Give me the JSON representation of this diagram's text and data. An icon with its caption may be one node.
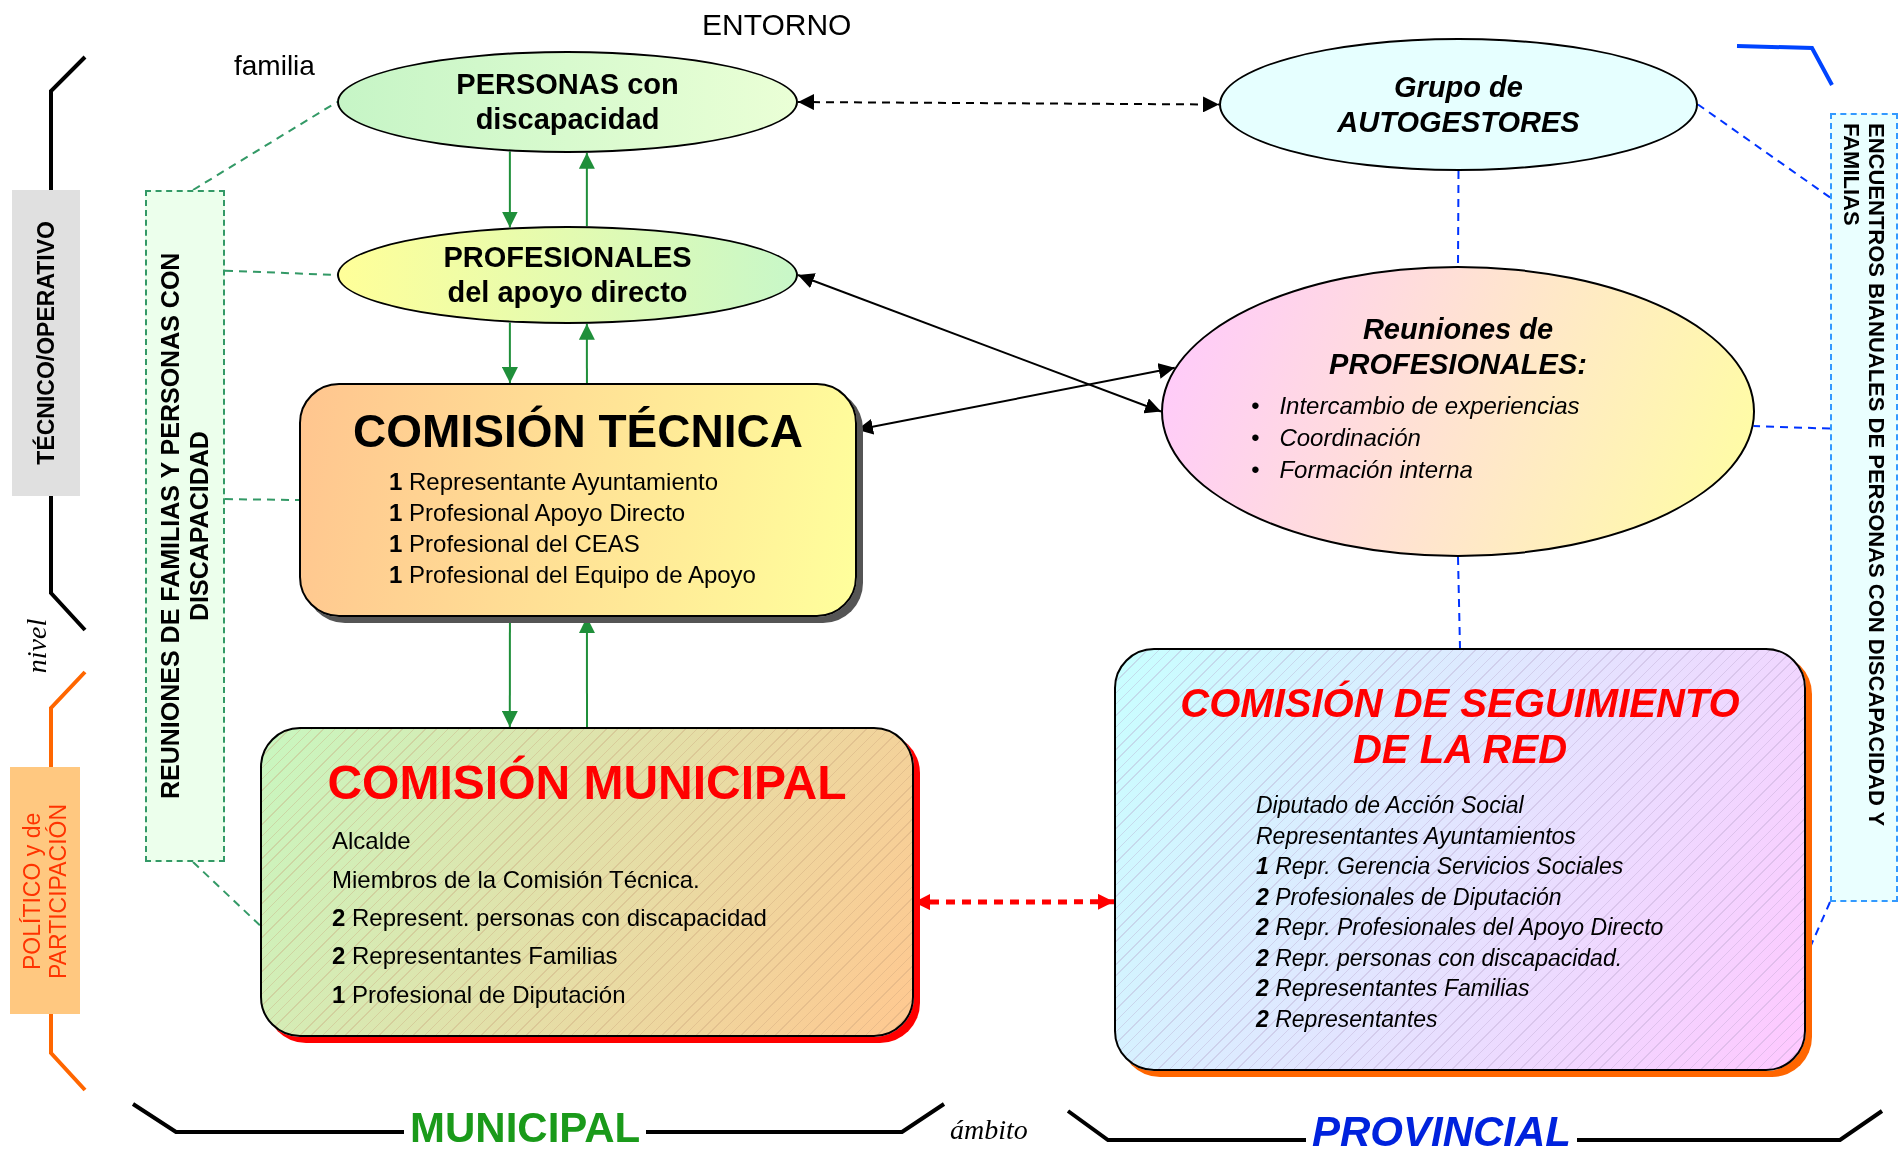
{
  "diagram": {
    "nodes": [
      {
        "text": [
          "PERSONAS con discapacidad"
        ]
      },
      {
        "text": [
          "PROFESIONALES del apoyo directo"
        ]
      },
      {
        "text": [
          "COMISIÓN TÉCNICA",
          "**1** Representante Ayuntamiento",
          "**1** Profesional Apoyo Directo",
          "**1** Profesional del CEAS",
          "**1** Profesional del Equipo de Apoyo"
        ]
      },
      {
        "text": [
          "COMISIÓN MUNICIPAL",
          "Alcalde",
          "Miembros de la Comisión Técnica.",
          "**2** Represent. personas con discapacidad",
          "**2** Representantes Familias",
          "**1** Profesional de Diputación"
        ]
      },
      {
        "text": [
          "Grupo de AUTOGESTORES"
        ]
      },
      {
        "text": [
          "Reuniones de PROFESIONALES:",
          "•   Intercambio de experiencias",
          "•   Coordinación",
          "•   Formación interna"
        ]
      },
      {
        "text": [
          "COMISIÓN DE SEGUIMIENTO DE LA RED",
          "Diputado de Acción Social",
          "Representantes Ayuntamientos",
          "**1** Repr. Gerencia Servicios Sociales",
          "**2** Profesionales de Diputación",
          "**2** Repr. Profesionales del Apoyo Directo",
          "**2** Repr. personas con discapacidad.",
          "**2** Representantes Familias",
          "**2** Representantes"
        ]
      },
      {
        "text": [
          "REUNIONES DE FAMILIAS Y PERSONAS CON DISCAPACIDAD"
        ]
      },
      {
        "text": [
          "ENCUENTROS BIANUALES DE PERSONAS CON DISCAPACIDAD Y FAMILIAS"
        ]
      },
      {
        "text": [
          "TÉCNICO/OPERATIVO"
        ]
      },
      {
        "text": [
          "POLÍTICO y de PARTICIPACIÓN"
        ]
      }
    ],
    "edges": [
      {
        "from": 0,
        "to": 1,
        "arrow": "to"
      },
      {
        "from": 1,
        "to": 0,
        "arrow": "to"
      },
      {
        "from": 1,
        "to": 2,
        "arrow": "to"
      },
      {
        "from": 2,
        "to": 1,
        "arrow": "to"
      },
      {
        "from": 2,
        "to": 3,
        "arrow": "to"
      },
      {
        "from": 3,
        "to": 2,
        "arrow": "to"
      },
      {
        "from": 0,
        "to": 4,
        "arrow": "both",
        "style": "dashed",
        "color": "#000000"
      },
      {
        "from": 1,
        "to": 5,
        "arrow": "both",
        "color": "#000000"
      },
      {
        "from": 2,
        "to": 5,
        "arrow": "both",
        "color": "#000000"
      },
      {
        "from": 3,
        "to": 6,
        "arrow": "both",
        "style": "dashed",
        "color": "#ff0000"
      },
      {
        "from": 4,
        "to": 5,
        "arrow": "none",
        "style": "dashed",
        "color": "#0033ff"
      },
      {
        "from": 5,
        "to": 6,
        "arrow": "none",
        "style": "dashed",
        "color": "#0033ff"
      },
      {
        "from": 8,
        "to": 4,
        "arrow": "none",
        "style": "dashed",
        "color": "#0033ff"
      },
      {
        "from": 8,
        "to": 5,
        "arrow": "none",
        "style": "dashed",
        "color": "#0033ff"
      },
      {
        "from": 8,
        "to": 6,
        "arrow": "none",
        "style": "dashed",
        "color": "#0033ff"
      },
      {
        "from": 7,
        "to": 0,
        "arrow": "none",
        "style": "dashed",
        "color": "#339966"
      },
      {
        "from": 7,
        "to": 1,
        "arrow": "none",
        "style": "dashed",
        "color": "#339966"
      },
      {
        "from": 7,
        "to": 2,
        "arrow": "none",
        "style": "dashed",
        "color": "#339966"
      },
      {
        "from": 7,
        "to": 3,
        "arrow": "none",
        "style": "dashed",
        "color": "#339966"
      }
    ],
    "labels": [
      "ENTORNO",
      "familia",
      "nivel",
      "MUNICIPAL",
      "ámbito",
      "PROVINCIAL"
    ]
  }
}
